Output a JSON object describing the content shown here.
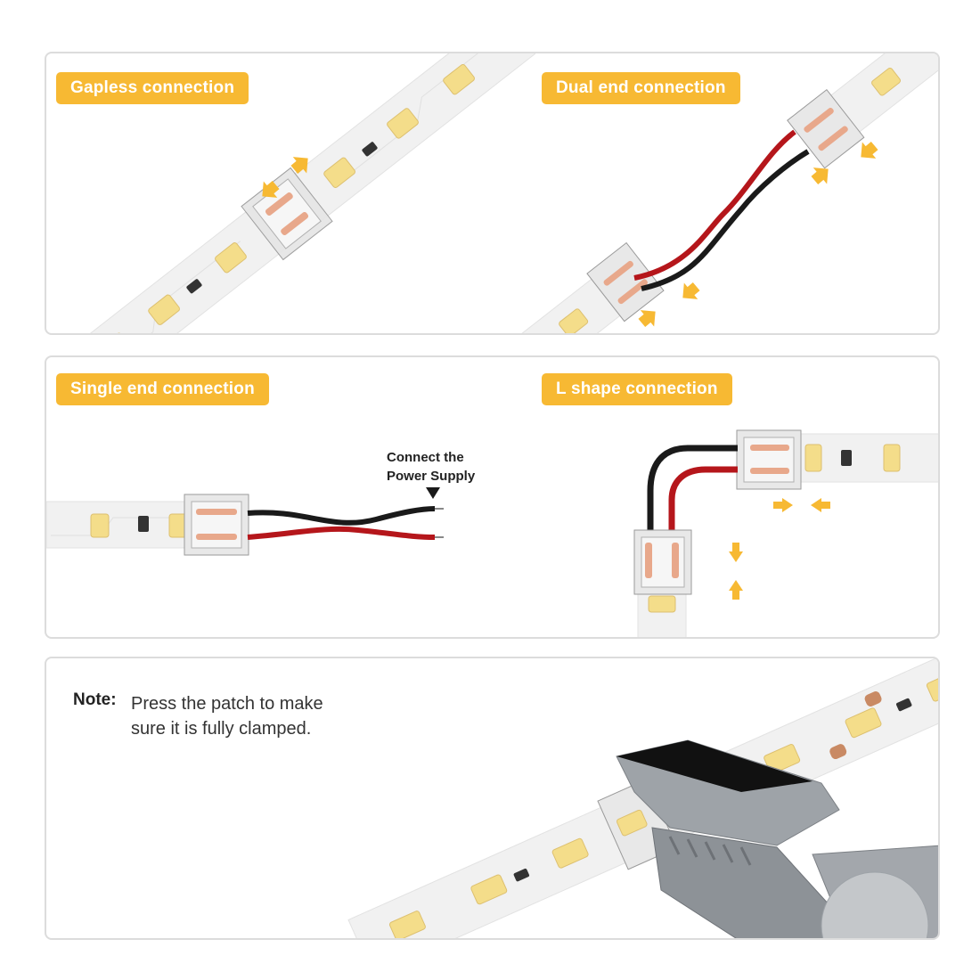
{
  "panels": {
    "gapless": {
      "label": "Gapless connection"
    },
    "dual_end": {
      "label": "Dual end connection"
    },
    "single_end": {
      "label": "Single end connection",
      "caption_line1": "Connect the",
      "caption_line2": "Power Supply"
    },
    "l_shape": {
      "label": "L shape connection"
    },
    "note": {
      "title": "Note:",
      "text": "Press the patch to make sure it is fully clamped."
    }
  },
  "colors": {
    "accent": "#f7b933",
    "arrow": "#f7b933",
    "strip": "#f1f1f1",
    "led": "#f4dd8a",
    "wire_red": "#b5161b",
    "wire_black": "#1a1a1a",
    "border": "#dcdcdc"
  },
  "icons": [
    "arrow-icon",
    "down-triangle-icon"
  ]
}
